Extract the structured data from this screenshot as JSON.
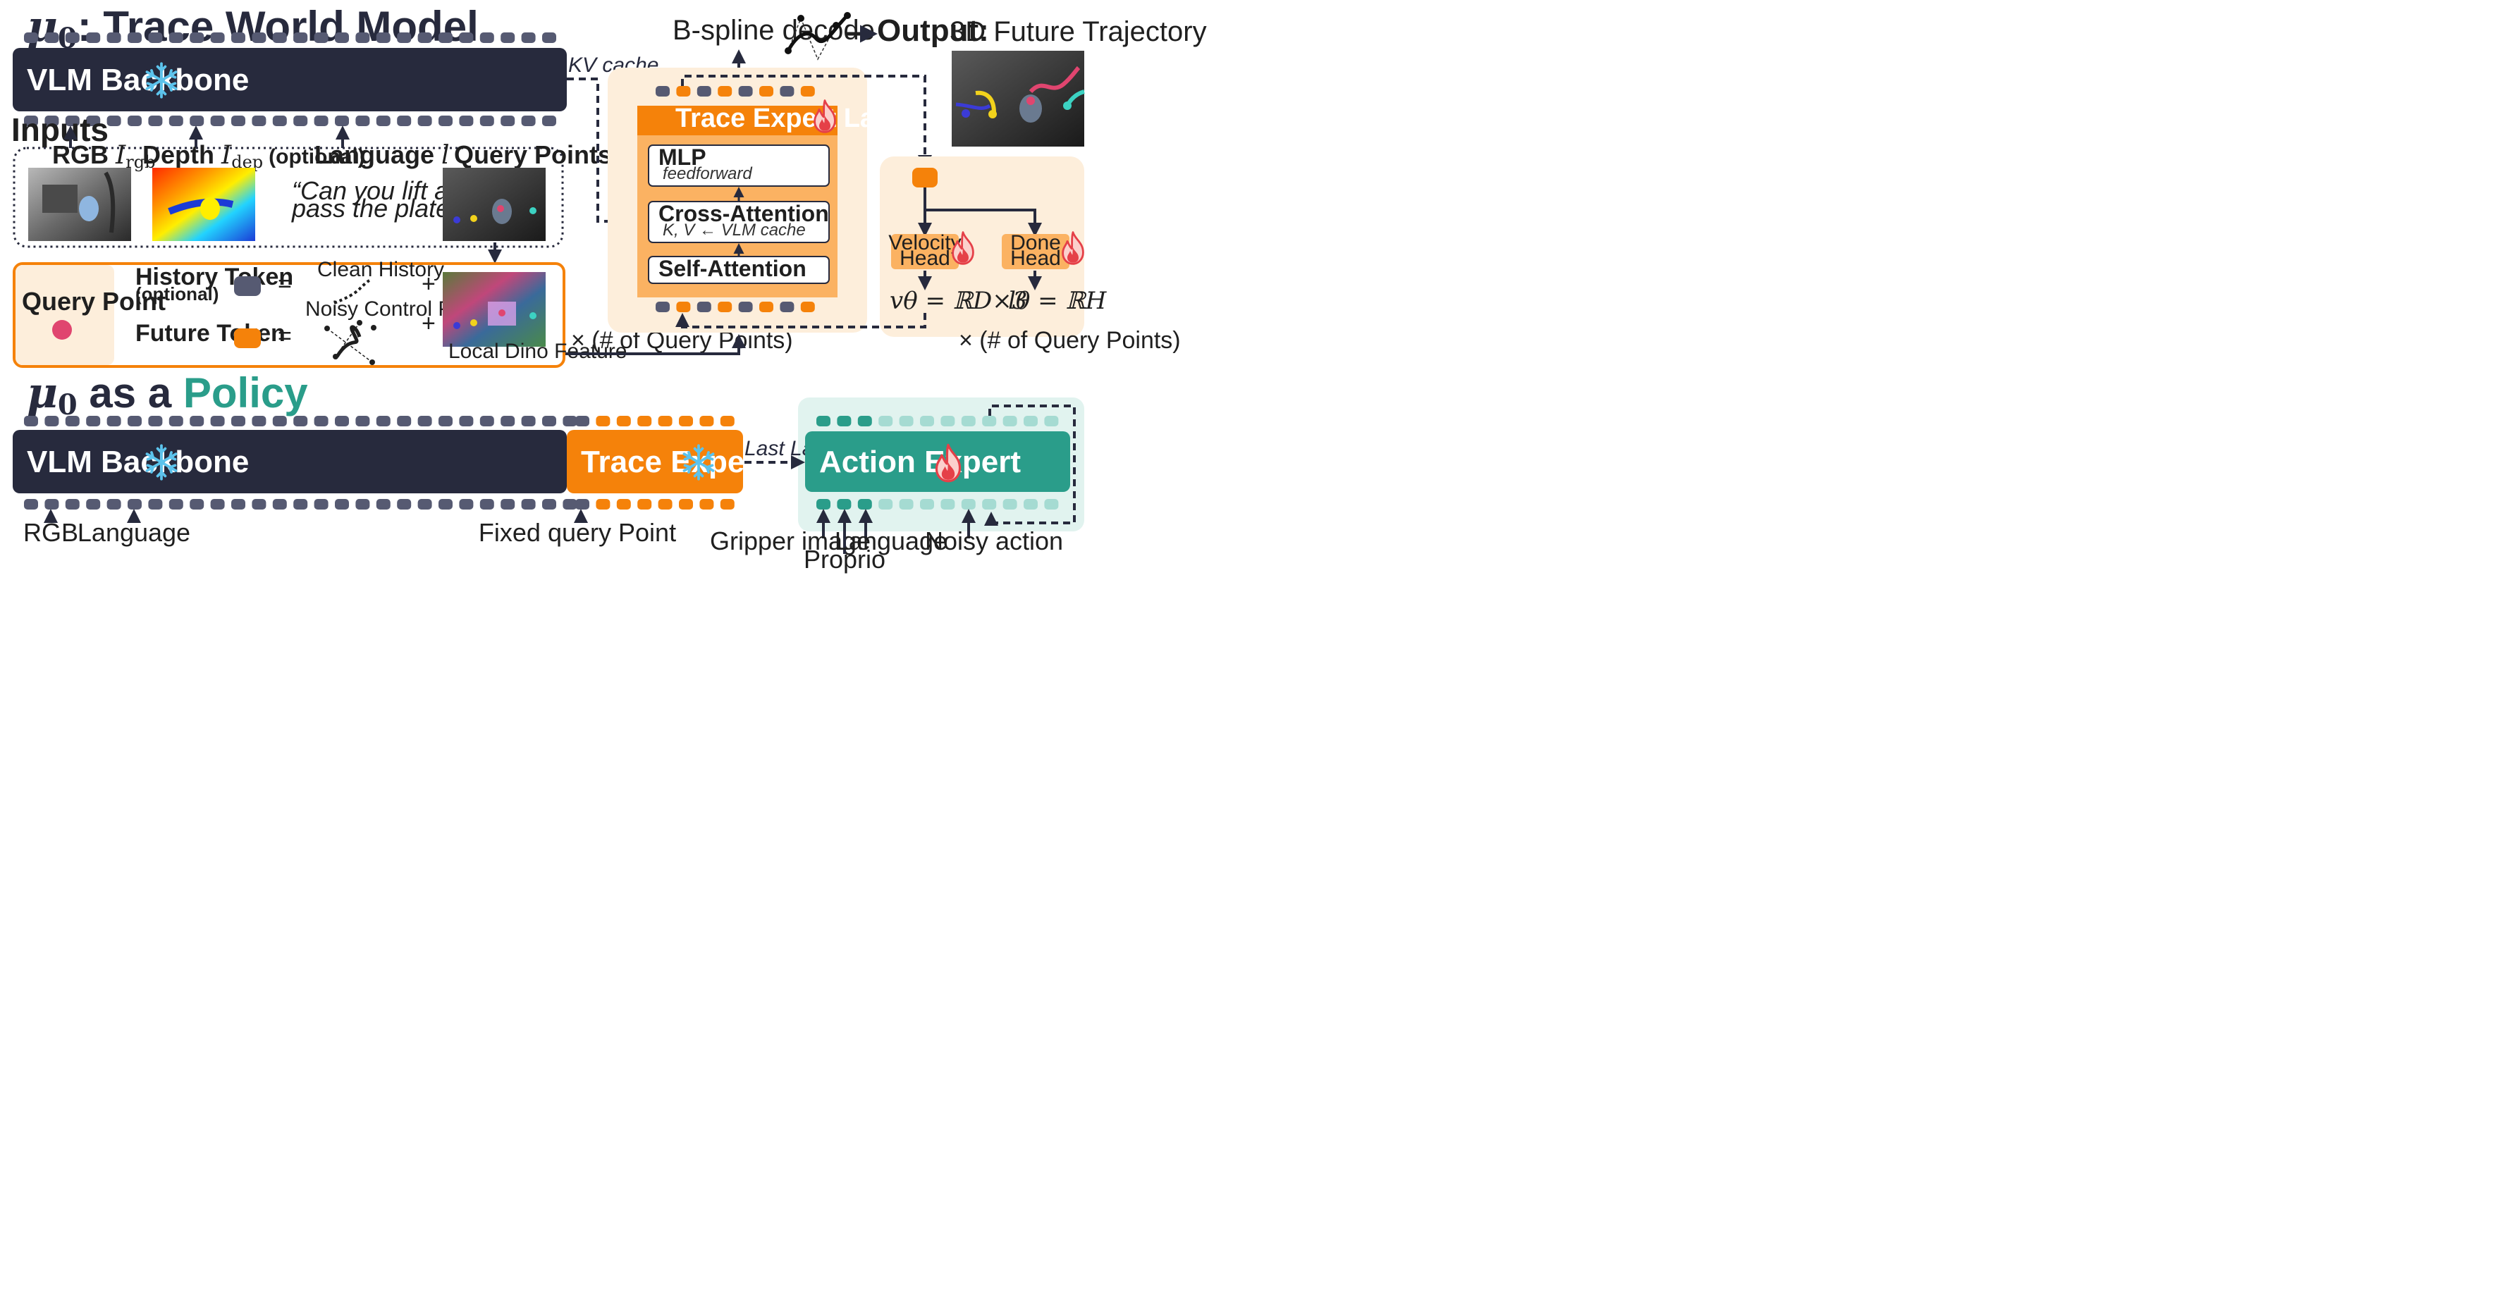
{
  "world_model": {
    "title_symbol": "μ",
    "title_sub": "0",
    "title_rest": ": Trace World Model",
    "backbone_label": "VLM Backbone",
    "inputs_label": "Inputs",
    "rgb_label": "RGB",
    "rgb_var": "I",
    "rgb_sub": "rgb",
    "depth_label": "Depth",
    "depth_var": "I",
    "depth_sub": "dep",
    "depth_optional": "(optional)",
    "language_label": "Language",
    "language_var": "l",
    "language_quote_line1": "“Can you lift and",
    "language_quote_line2": "pass the plate over?”",
    "query_points_label": "Query Points",
    "kv_cache": "KV cache",
    "bspline": "B-spline decode",
    "output_label": "Output:",
    "output_value": "3D Future Trajectory"
  },
  "token_legend": {
    "query_point": "Query Point",
    "history_token": "History Token",
    "history_optional": "(optional)",
    "future_token": "Future Token",
    "equals": "=",
    "plus": "+",
    "clean_history": "Clean History",
    "noisy_control_point": "Noisy Control Point",
    "local_dino": "Local Dino Feature",
    "times_query_left": "× (# of Query Points)"
  },
  "trace_expert": {
    "title": "Trace Expert Layers",
    "mlp": "MLP",
    "mlp_sub": "feedforward",
    "cross_attention": "Cross-Attention",
    "cross_sub": "K, V ← VLM cache",
    "self_attention": "Self-Attention"
  },
  "heads": {
    "velocity_line1": "Velocity",
    "velocity_line2": "Head",
    "done_line1": "Done",
    "done_line2": "Head",
    "velocity_formula": "vθ = ℝD×3",
    "done_formula": "lθ = ℝH",
    "times_query_right": "× (# of Query Points)"
  },
  "policy": {
    "title_symbol": "μ",
    "title_sub": "0",
    "title_mid": " as a ",
    "title_policy": "Policy",
    "backbone_label": "VLM Backbone",
    "trace_expert": "Trace Expert",
    "action_expert": "Action Expert",
    "last_layer": "Last Layer",
    "rgb": "RGB",
    "language": "Language",
    "fixed_query": "Fixed query Point",
    "gripper_image": "Gripper image",
    "proprio": "Proprio",
    "language2": "Language",
    "noisy_action": "Noisy action"
  },
  "colors": {
    "navy": "#272a3d",
    "token_gray": "#565a72",
    "orange": "#f5820a",
    "orange_light": "#fdd9a8",
    "cream": "#fdeedb",
    "teal": "#2a9d8a",
    "teal_light": "#a5dbd2",
    "teal_bg": "#e1f3ef",
    "ice": "#5cc3ec",
    "query_pink": "#e0456f"
  }
}
